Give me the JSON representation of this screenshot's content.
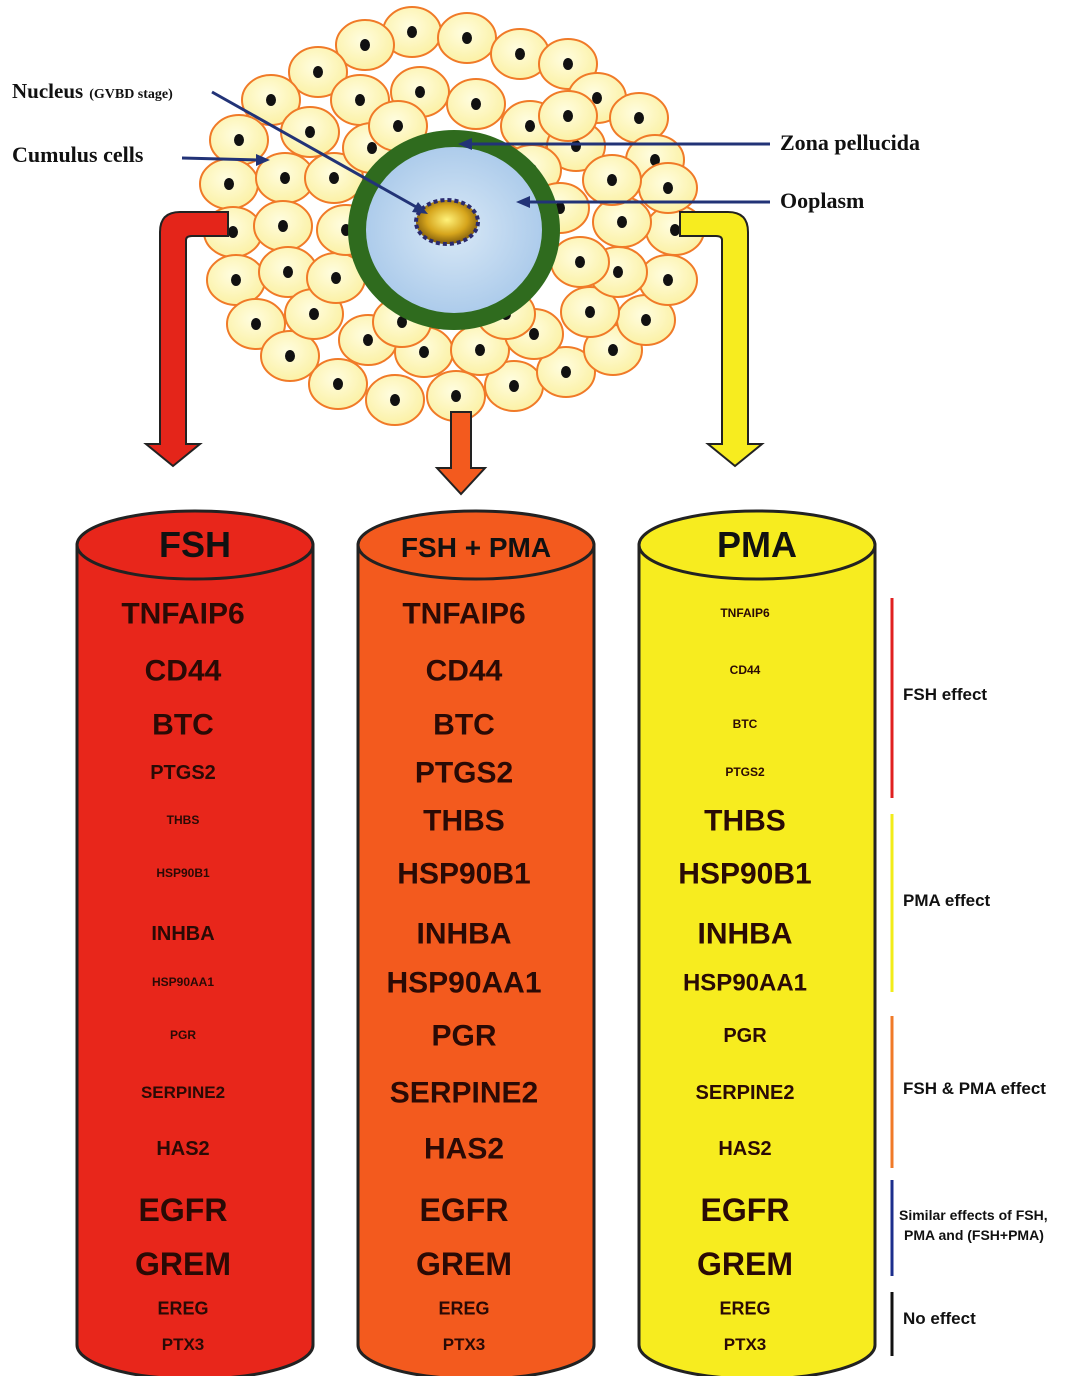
{
  "labels": {
    "nucleus": "Nucleus",
    "nucleus_stage": "(GVBD stage)",
    "cumulus": "Cumulus cells",
    "zona": "Zona pellucida",
    "ooplasm": "Ooplasm"
  },
  "columns": [
    {
      "title": "FSH",
      "color": "#e8261b",
      "genes": [
        "TNFAIP6",
        "CD44",
        "BTC",
        "PTGS2",
        "THBS",
        "HSP90B1",
        "INHBA",
        "HSP90AA1",
        "PGR",
        "SERPINE2",
        "HAS2",
        "EGFR",
        "GREM",
        "EREG",
        "PTX3"
      ],
      "font_px": [
        30,
        30,
        30,
        20,
        12,
        12,
        20,
        12,
        12,
        17,
        20,
        32,
        32,
        18,
        17
      ]
    },
    {
      "title": "FSH + PMA",
      "color": "#f35a1e",
      "genes": [
        "TNFAIP6",
        "CD44",
        "BTC",
        "PTGS2",
        "THBS",
        "HSP90B1",
        "INHBA",
        "HSP90AA1",
        "PGR",
        "SERPINE2",
        "HAS2",
        "EGFR",
        "GREM",
        "EREG",
        "PTX3"
      ],
      "font_px": [
        30,
        30,
        30,
        30,
        30,
        30,
        30,
        30,
        30,
        30,
        30,
        32,
        32,
        18,
        17
      ]
    },
    {
      "title": "PMA",
      "color": "#f7ec1f",
      "genes": [
        "TNFAIP6",
        "CD44",
        "BTC",
        "PTGS2",
        "THBS",
        "HSP90B1",
        "INHBA",
        "HSP90AA1",
        "PGR",
        "SERPINE2",
        "HAS2",
        "EGFR",
        "GREM",
        "EREG",
        "PTX3"
      ],
      "font_px": [
        12,
        12,
        12,
        12,
        30,
        30,
        30,
        24,
        20,
        20,
        20,
        32,
        32,
        18,
        17
      ]
    }
  ],
  "legend": [
    {
      "label": "FSH effect",
      "color": "#e02020"
    },
    {
      "label": "PMA effect",
      "color": "#f2ec1a"
    },
    {
      "label": "FSH & PMA effect",
      "color": "#f07a28"
    },
    {
      "label": "Similar effects of FSH, PMA and (FSH+PMA)",
      "color": "#1c2e8c"
    },
    {
      "label": "No effect",
      "color": "#111111"
    }
  ]
}
